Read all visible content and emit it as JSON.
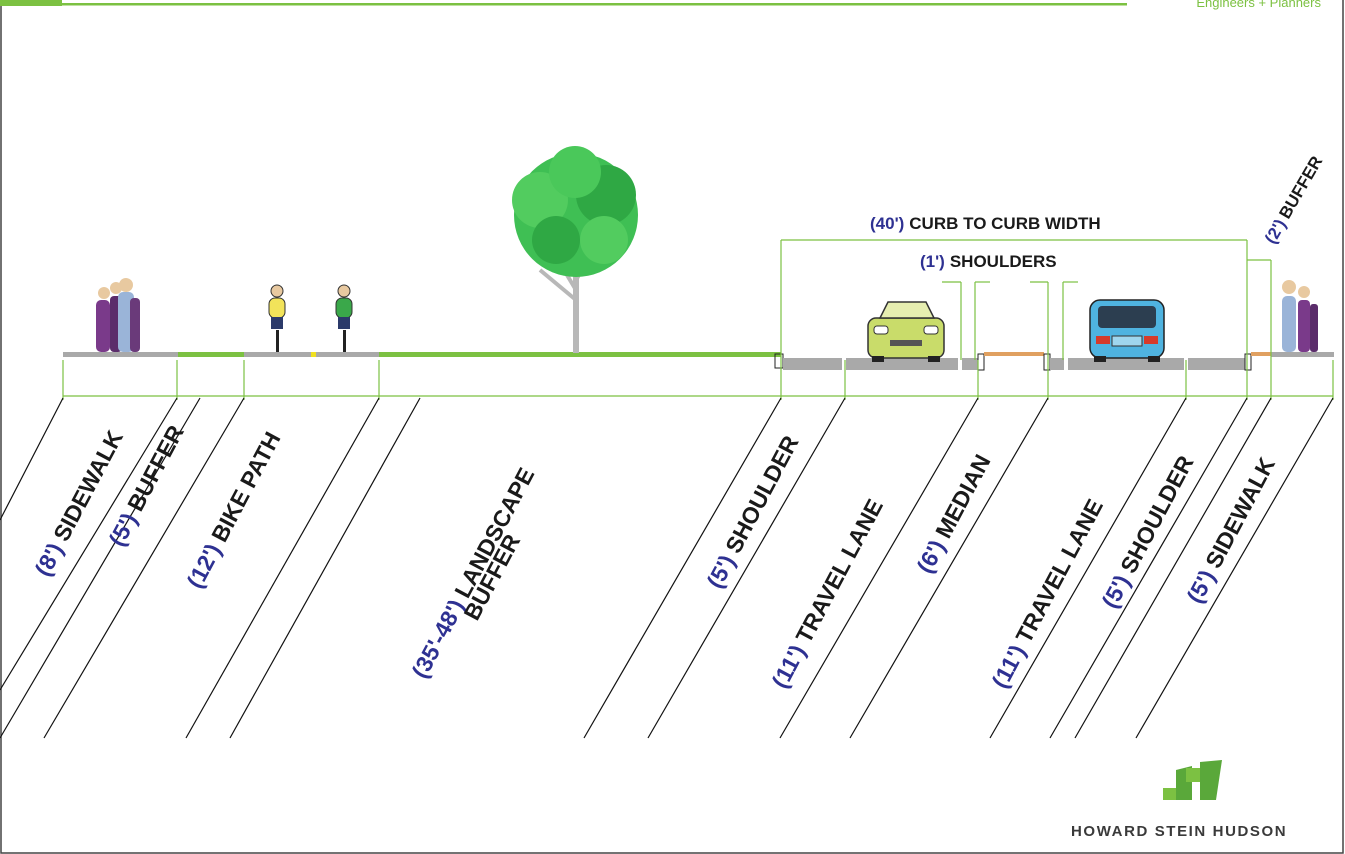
{
  "header": {
    "tagline": "Engineers + Planners"
  },
  "colors": {
    "accent_green": "#7cc142",
    "dimension_blue": "#2e3192",
    "road_gray": "#a9a9a9",
    "text_dark": "#1a1a1a"
  },
  "top_dimensions": {
    "curb_to_curb": {
      "value": "(40')",
      "text": "CURB TO CURB WIDTH"
    },
    "shoulders": {
      "value": "(1')",
      "text": "SHOULDERS"
    },
    "buffer_right": {
      "value": "(2')",
      "text": "BUFFER"
    }
  },
  "segments": [
    {
      "value": "(8')",
      "name": "SIDEWALK"
    },
    {
      "value": "(5')",
      "name": "BUFFER"
    },
    {
      "value": "(12')",
      "name": "BIKE PATH"
    },
    {
      "value": "(35'-48')",
      "name": "LANDSCAPE",
      "name2": "BUFFER"
    },
    {
      "value": "(5')",
      "name": "SHOULDER"
    },
    {
      "value": "(11')",
      "name": "TRAVEL LANE"
    },
    {
      "value": "(6')",
      "name": "MEDIAN"
    },
    {
      "value": "(11')",
      "name": "TRAVEL LANE"
    },
    {
      "value": "(5')",
      "name": "SHOULDER"
    },
    {
      "value": "(5')",
      "name": "SIDEWALK"
    }
  ],
  "icons": [
    "pedestrians-icon",
    "cyclist-icon",
    "tree-icon",
    "car-icon",
    "suv-icon",
    "logo-icon"
  ],
  "logo": {
    "company": "HOWARD STEIN HUDSON"
  }
}
